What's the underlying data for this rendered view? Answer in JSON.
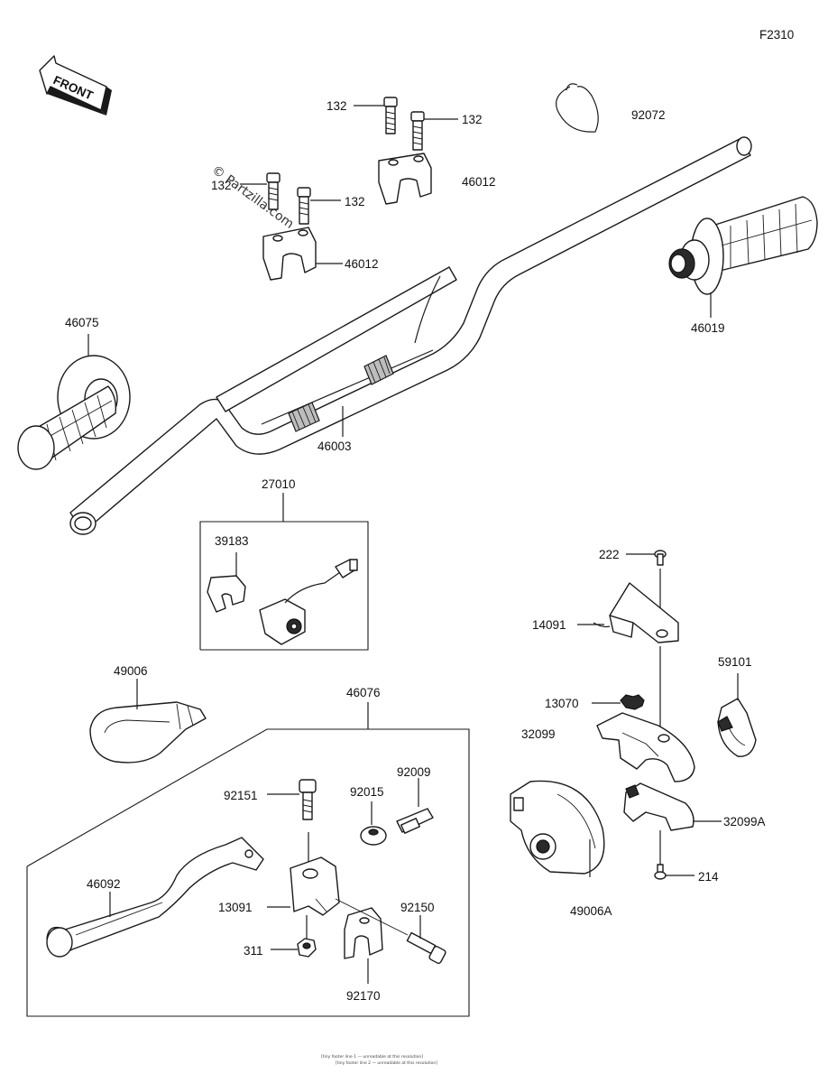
{
  "diagram_code": "F2310",
  "front_arrow_text": "FRONT",
  "watermark": "© Partzilla.com",
  "footer_line_1": "[tiny footer line 1 — unreadable at this resolution]",
  "footer_line_2": "[tiny footer line 2 — unreadable at this resolution]",
  "parts": {
    "p132a": "132",
    "p132b": "132",
    "p132c": "132",
    "p132d": "132",
    "p46012a": "46012",
    "p46012b": "46012",
    "p92072": "92072",
    "p46019": "46019",
    "p46075": "46075",
    "p46003": "46003",
    "p27010": "27010",
    "p39183": "39183",
    "p49006": "49006",
    "p46076": "46076",
    "p92009": "92009",
    "p92151": "92151",
    "p92015": "92015",
    "p46092": "46092",
    "p13091": "13091",
    "p92150": "92150",
    "p311": "311",
    "p92170": "92170",
    "p222": "222",
    "p14091": "14091",
    "p13070": "13070",
    "p59101": "59101",
    "p32099": "32099",
    "p32099A": "32099A",
    "p214": "214",
    "p49006A": "49006A"
  }
}
